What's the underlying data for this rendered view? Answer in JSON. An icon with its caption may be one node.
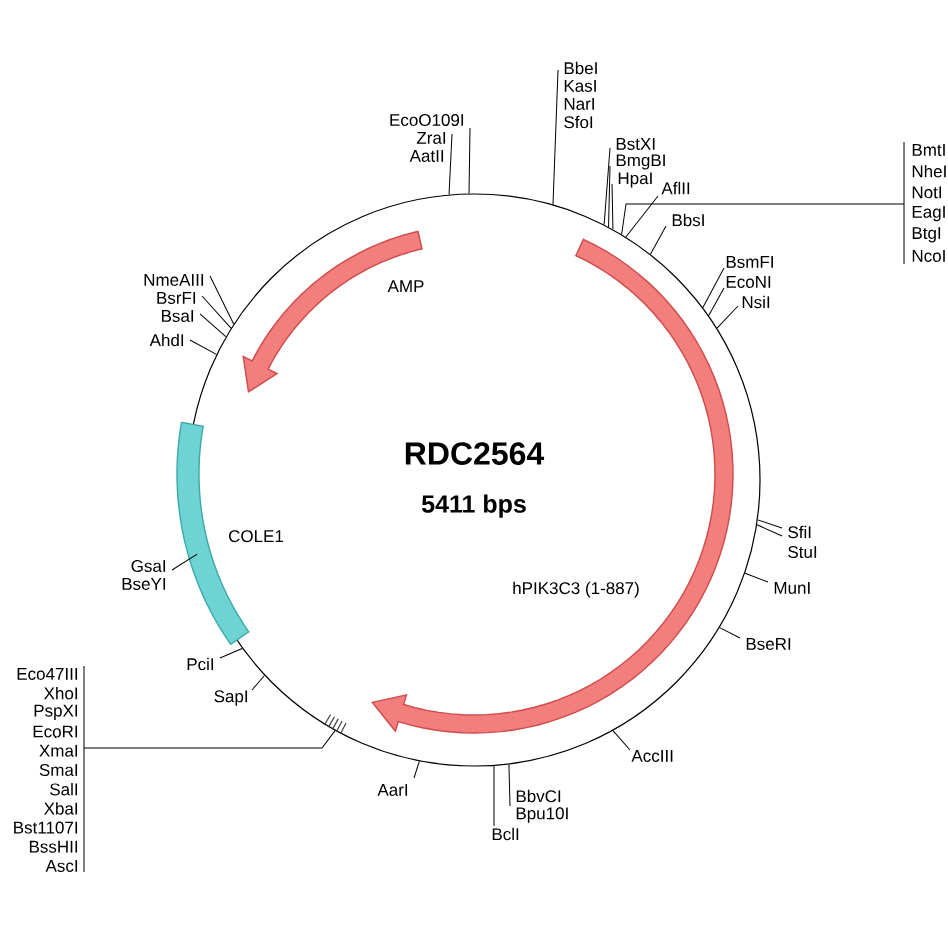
{
  "diagram": {
    "nodes": [
      {
        "text": [
          "RDC2564",
          "5411 bps"
        ]
      },
      {
        "text": [
          "AMP"
        ],
        "in": 0
      },
      {
        "text": [
          "hPIK3C3 (1-887)"
        ],
        "in": 0
      },
      {
        "text": [
          "COLE1"
        ],
        "in": 0
      },
      {
        "text": [
          "EcoO109I"
        ]
      },
      {
        "text": [
          "ZraI"
        ]
      },
      {
        "text": [
          "AatII"
        ]
      },
      {
        "text": [
          "BbeI"
        ]
      },
      {
        "text": [
          "KasI"
        ]
      },
      {
        "text": [
          "NarI"
        ]
      },
      {
        "text": [
          "SfoI"
        ]
      },
      {
        "text": [
          "BstXI"
        ]
      },
      {
        "text": [
          "BmgBI"
        ]
      },
      {
        "text": [
          "HpaI"
        ]
      },
      {
        "text": [
          "AflII"
        ]
      },
      {
        "text": [
          "BmtI"
        ]
      },
      {
        "text": [
          "NheI"
        ]
      },
      {
        "text": [
          "NotI"
        ]
      },
      {
        "text": [
          "EagI"
        ]
      },
      {
        "text": [
          "BtgI"
        ]
      },
      {
        "text": [
          "NcoI"
        ]
      },
      {
        "text": [
          "BbsI"
        ]
      },
      {
        "text": [
          "BsmFI"
        ]
      },
      {
        "text": [
          "EcoNI"
        ]
      },
      {
        "text": [
          "NsiI"
        ]
      },
      {
        "text": [
          "SfiI"
        ]
      },
      {
        "text": [
          "StuI"
        ]
      },
      {
        "text": [
          "MunI"
        ]
      },
      {
        "text": [
          "BseRI"
        ]
      },
      {
        "text": [
          "AccIII"
        ]
      },
      {
        "text": [
          "BbvCI"
        ]
      },
      {
        "text": [
          "Bpu10I"
        ]
      },
      {
        "text": [
          "BclI"
        ]
      },
      {
        "text": [
          "AarI"
        ]
      },
      {
        "text": [
          "Eco47III"
        ]
      },
      {
        "text": [
          "XhoI"
        ]
      },
      {
        "text": [
          "PspXI"
        ]
      },
      {
        "text": [
          "EcoRI"
        ]
      },
      {
        "text": [
          "XmaI"
        ]
      },
      {
        "text": [
          "SmaI"
        ]
      },
      {
        "text": [
          "SalI"
        ]
      },
      {
        "text": [
          "XbaI"
        ]
      },
      {
        "text": [
          "Bst1107I"
        ]
      },
      {
        "text": [
          "BssHII"
        ]
      },
      {
        "text": [
          "AscI"
        ]
      },
      {
        "text": [
          "SapI"
        ]
      },
      {
        "text": [
          "PciI"
        ]
      },
      {
        "text": [
          "GsaI"
        ]
      },
      {
        "text": [
          "BseYI"
        ]
      },
      {
        "text": [
          "NmeAIII"
        ]
      },
      {
        "text": [
          "BsrFI"
        ]
      },
      {
        "text": [
          "BsaI"
        ]
      },
      {
        "text": [
          "AhdI"
        ]
      }
    ],
    "edges": [
      {
        "from": 4,
        "to": 0,
        "arrow": "none"
      },
      {
        "from": 5,
        "to": 0,
        "arrow": "none"
      },
      {
        "from": 6,
        "to": 0,
        "arrow": "none"
      },
      {
        "from": 7,
        "to": 0,
        "arrow": "none"
      },
      {
        "from": 8,
        "to": 0,
        "arrow": "none"
      },
      {
        "from": 9,
        "to": 0,
        "arrow": "none"
      },
      {
        "from": 10,
        "to": 0,
        "arrow": "none"
      },
      {
        "from": 11,
        "to": 0,
        "arrow": "none"
      },
      {
        "from": 12,
        "to": 0,
        "arrow": "none"
      },
      {
        "from": 13,
        "to": 0,
        "arrow": "none"
      },
      {
        "from": 14,
        "to": 0,
        "arrow": "none"
      },
      {
        "from": 15,
        "to": 0,
        "arrow": "none"
      },
      {
        "from": 16,
        "to": 0,
        "arrow": "none"
      },
      {
        "from": 17,
        "to": 0,
        "arrow": "none"
      },
      {
        "from": 18,
        "to": 0,
        "arrow": "none"
      },
      {
        "from": 19,
        "to": 0,
        "arrow": "none"
      },
      {
        "from": 20,
        "to": 0,
        "arrow": "none"
      },
      {
        "from": 21,
        "to": 0,
        "arrow": "none"
      },
      {
        "from": 22,
        "to": 0,
        "arrow": "none"
      },
      {
        "from": 23,
        "to": 0,
        "arrow": "none"
      },
      {
        "from": 24,
        "to": 0,
        "arrow": "none"
      },
      {
        "from": 25,
        "to": 0,
        "arrow": "none"
      },
      {
        "from": 26,
        "to": 0,
        "arrow": "none"
      },
      {
        "from": 27,
        "to": 0,
        "arrow": "none"
      },
      {
        "from": 28,
        "to": 0,
        "arrow": "none"
      },
      {
        "from": 29,
        "to": 0,
        "arrow": "none"
      },
      {
        "from": 30,
        "to": 0,
        "arrow": "none"
      },
      {
        "from": 31,
        "to": 0,
        "arrow": "none"
      },
      {
        "from": 32,
        "to": 0,
        "arrow": "none"
      },
      {
        "from": 33,
        "to": 0,
        "arrow": "none"
      },
      {
        "from": 34,
        "to": 0,
        "arrow": "none"
      },
      {
        "from": 35,
        "to": 0,
        "arrow": "none"
      },
      {
        "from": 36,
        "to": 0,
        "arrow": "none"
      },
      {
        "from": 37,
        "to": 0,
        "arrow": "none"
      },
      {
        "from": 38,
        "to": 0,
        "arrow": "none"
      },
      {
        "from": 39,
        "to": 0,
        "arrow": "none"
      },
      {
        "from": 40,
        "to": 0,
        "arrow": "none"
      },
      {
        "from": 41,
        "to": 0,
        "arrow": "none"
      },
      {
        "from": 42,
        "to": 0,
        "arrow": "none"
      },
      {
        "from": 43,
        "to": 0,
        "arrow": "none"
      },
      {
        "from": 44,
        "to": 0,
        "arrow": "none"
      },
      {
        "from": 45,
        "to": 0,
        "arrow": "none"
      },
      {
        "from": 46,
        "to": 0,
        "arrow": "none"
      },
      {
        "from": 47,
        "to": 0,
        "arrow": "none"
      },
      {
        "from": 48,
        "to": 0,
        "arrow": "none"
      },
      {
        "from": 49,
        "to": 0,
        "arrow": "none"
      },
      {
        "from": 50,
        "to": 0,
        "arrow": "none"
      },
      {
        "from": 51,
        "to": 0,
        "arrow": "none"
      },
      {
        "from": 52,
        "to": 0,
        "arrow": "none"
      }
    ]
  }
}
